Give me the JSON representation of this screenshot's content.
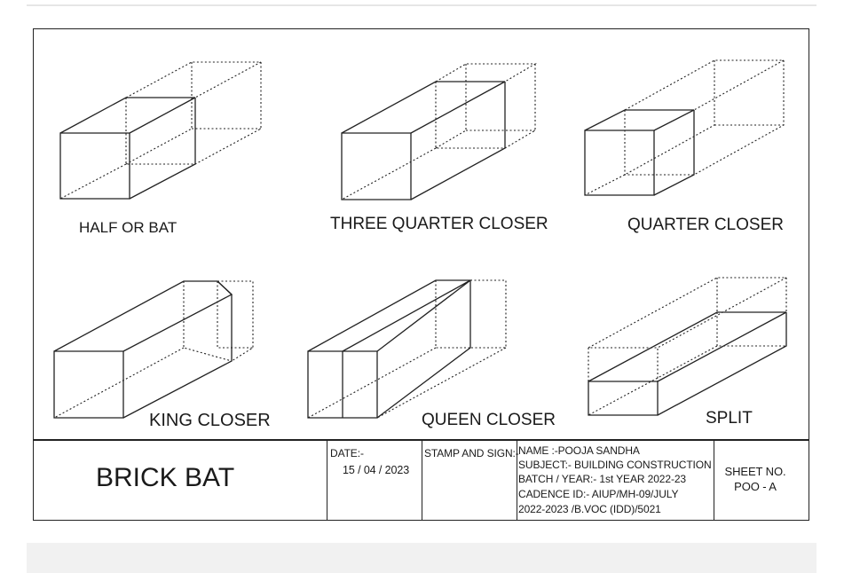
{
  "diagrams": [
    {
      "label": "HALF OR BAT"
    },
    {
      "label": "THREE QUARTER CLOSER"
    },
    {
      "label": "QUARTER CLOSER"
    },
    {
      "label": "KING CLOSER"
    },
    {
      "label": "QUEEN CLOSER"
    },
    {
      "label": "SPLIT"
    }
  ],
  "title_block": {
    "title": "BRICK BAT",
    "date_label": "DATE:-",
    "date_value": "15 / 04 / 2023",
    "stamp_label": "STAMP AND SIGN:-",
    "info_lines": [
      "NAME :-POOJA SANDHA",
      "SUBJECT:- BUILDING CONSTRUCTION",
      "BATCH / YEAR:- 1st YEAR 2022-23",
      "CADENCE ID:- AIUP/MH-09/JULY",
      "2022-2023 /B.VOC (IDD)/5021"
    ],
    "sheet_label": "SHEET NO.",
    "sheet_value": "POO - A"
  },
  "colors": {
    "ink": "#222222",
    "band": "#f1f1f1"
  }
}
